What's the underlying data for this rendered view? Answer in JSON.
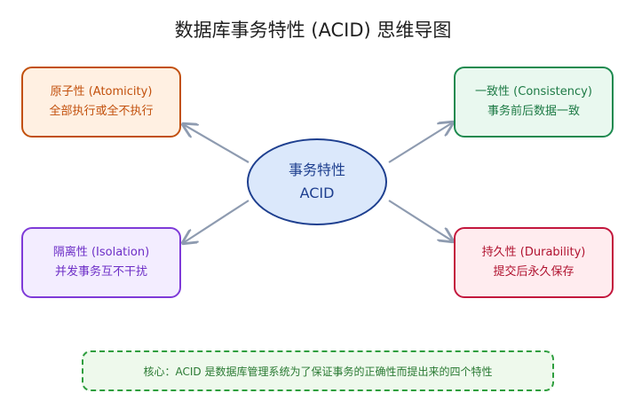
{
  "title": "数据库事务特性 (ACID) 思维导图",
  "center": {
    "line1": "事务特性",
    "line2": "ACID"
  },
  "properties": {
    "atomicity": {
      "name": "原子性 (Atomicity)",
      "desc": "全部执行或全不执行"
    },
    "consistency": {
      "name": "一致性 (Consistency)",
      "desc": "事务前后数据一致"
    },
    "isolation": {
      "name": "隔离性 (Isolation)",
      "desc": "并发事务互不干扰"
    },
    "durability": {
      "name": "持久性 (Durability)",
      "desc": "提交后永久保存"
    }
  },
  "core_note": "核心：ACID 是数据库管理系统为了保证事务的正确性而提出来的四个特性",
  "colors": {
    "atomicity": "#c2500c",
    "consistency": "#1d8a4f",
    "isolation": "#7e3ad8",
    "durability": "#c3173d",
    "center": "#1e3f8f",
    "arrow": "#8e9bb0",
    "core": "#2e9e3e"
  }
}
